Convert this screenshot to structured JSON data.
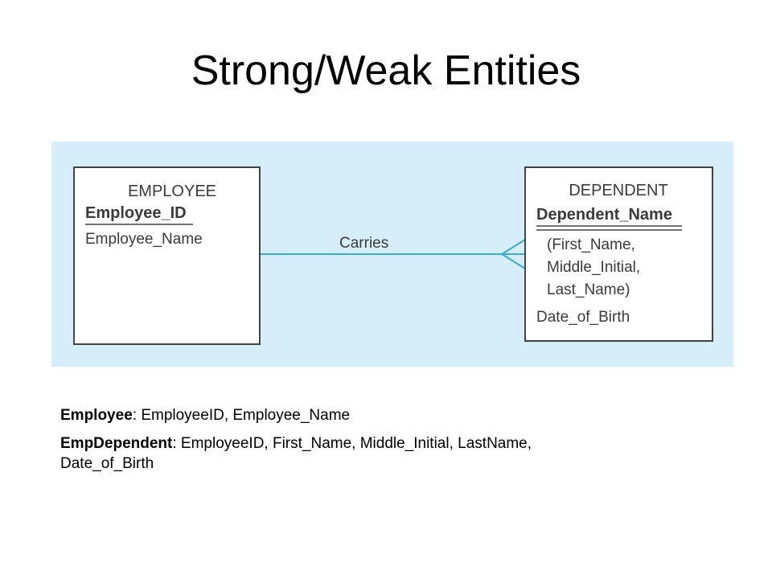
{
  "slide": {
    "title": "Strong/Weak Entities"
  },
  "diagram": {
    "background_color": "#d6eef9",
    "line_color": "#39a9e0",
    "entities": [
      {
        "name": "EMPLOYEE",
        "key": "Employee_ID",
        "attributes": [
          "Employee_Name"
        ]
      },
      {
        "name": "DEPENDENT",
        "key": "Dependent_Name",
        "attributes": [
          "(First_Name,",
          "Middle_Initial,",
          "Last_Name)",
          "Date_of_Birth"
        ]
      }
    ],
    "relationship": {
      "label": "Carries"
    }
  },
  "notes": [
    {
      "entity": "Employee",
      "separator": ": ",
      "fields": "EmployeeID, Employee_Name"
    },
    {
      "entity": "EmpDependent",
      "separator": ": ",
      "fields": "EmployeeID, First_Name, Middle_Initial, LastName, Date_of_Birth"
    }
  ]
}
